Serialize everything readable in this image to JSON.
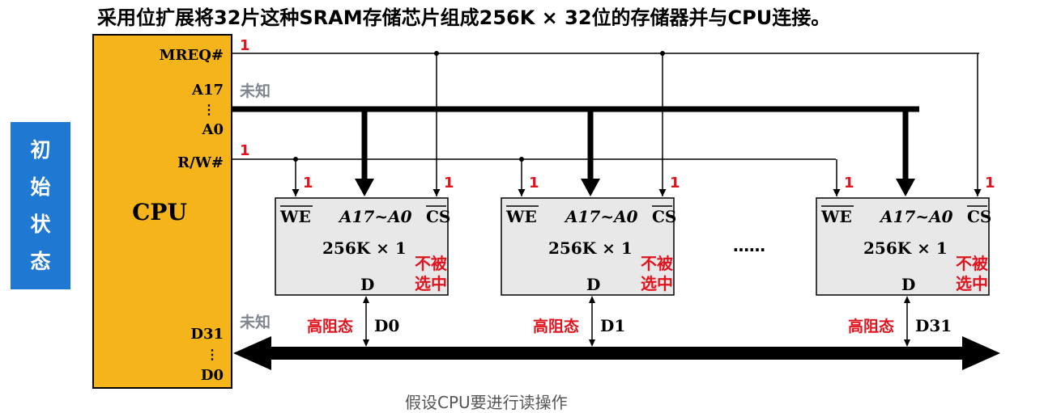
{
  "title": "采用位扩展将32片这种SRAM存储芯片组成256K × 32位的存储器并与CPU连接。",
  "side_label": [
    "初",
    "始",
    "状",
    "态"
  ],
  "cpu": {
    "label": "CPU",
    "pins": {
      "mreq": "MREQ#",
      "a17": "A17",
      "a0": "A0",
      "rw": "R/W#",
      "d31": "D31",
      "d0": "D0",
      "dots": "⋮"
    }
  },
  "signals": {
    "mreq_value": "1",
    "rw_value": "1",
    "addr_state": "未知",
    "data_state": "未知"
  },
  "chips": [
    {
      "we": "WE",
      "addr": "A17~A0",
      "cs": "CS",
      "size": "256K × 1",
      "status": "不被选中",
      "d": "D",
      "we_value": "1",
      "cs_value": "1",
      "output_state": "高阻态",
      "data_line": "D0"
    },
    {
      "we": "WE",
      "addr": "A17~A0",
      "cs": "CS",
      "size": "256K × 1",
      "status": "不被选中",
      "d": "D",
      "we_value": "1",
      "cs_value": "1",
      "output_state": "高阻态",
      "data_line": "D1"
    },
    {
      "we": "WE",
      "addr": "A17~A0",
      "cs": "CS",
      "size": "256K × 1",
      "status": "不被选中",
      "d": "D",
      "we_value": "1",
      "cs_value": "1",
      "output_state": "高阻态",
      "data_line": "D31"
    }
  ],
  "ellipsis": "……",
  "caption": "假设CPU要进行读操作",
  "colors": {
    "cpu_fill": "#f4b41a",
    "side_fill": "#1f78d1",
    "chip_fill": "#e8e8e8",
    "red": "#e0141e",
    "gray": "#7f8690"
  }
}
